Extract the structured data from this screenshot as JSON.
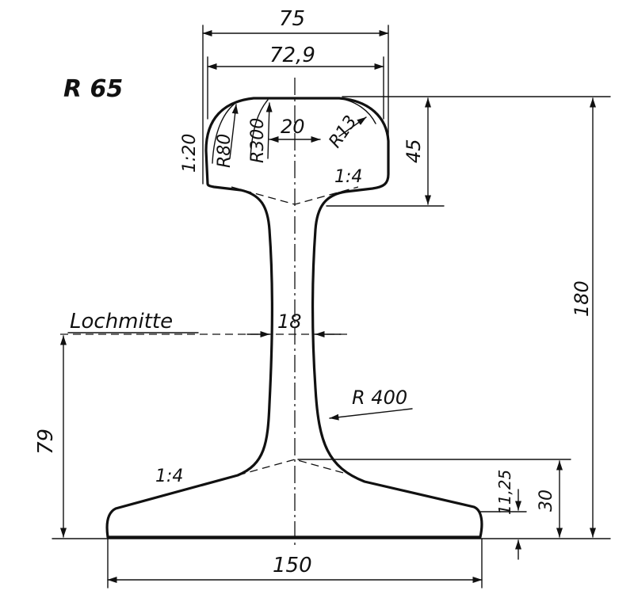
{
  "title": "R 65",
  "labels": {
    "head_width_outer": "75",
    "head_width_inner": "72,9",
    "head_slope": "1:20",
    "radius_80": "R80",
    "radius_300": "R300",
    "top_flat": "20",
    "radius_13": "R13",
    "head_height": "45",
    "head_under_slope": "1:4",
    "total_height": "180",
    "hole_center": "Lochmitte",
    "web_thickness": "18",
    "radius_400": "R 400",
    "hole_height": "79",
    "foot_slope": "1:4",
    "foot_edge": "11,25",
    "foot_height": "30",
    "foot_width": "150"
  }
}
